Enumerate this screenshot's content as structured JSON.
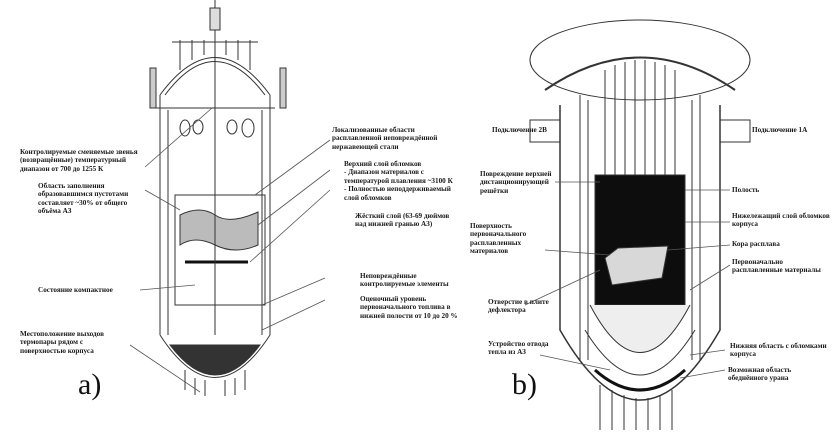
{
  "panels": [
    {
      "id": "a",
      "label": "a)",
      "callouts": [
        {
          "text": "Контролируемые сменяемые звенья (возвращённые) температурный диапазон от 700 до 1255 К"
        },
        {
          "text": "Область заполнения образовавшимся пустотами составляет ~30% от общего объёма АЗ"
        },
        {
          "text": "Состояние компактное"
        },
        {
          "text": "Местоположение выходов термопары рядом с поверхностью корпуса"
        },
        {
          "text": "Локализованные области расплавленной неповреждённой нержавеющей стали"
        },
        {
          "text": "Верхний слой обломков\n- Диапазон материалов с температурой плавления ~3100 К\n- Полностью неподдерживаемый слой обломков"
        },
        {
          "text": "Жёсткий слой (63-69 дюймов над нижней гранью АЗ)"
        },
        {
          "text": "Неповреждённые контролируемые элементы"
        },
        {
          "text": "Оценочный уровень первоначального топлива в нижней полости от 10 до 20 %"
        }
      ]
    },
    {
      "id": "b",
      "label": "b)",
      "callouts": [
        {
          "text": "Подключение 2В"
        },
        {
          "text": "Подключение 1А"
        },
        {
          "text": "Повреждение верхней дистанционирующей решётки"
        },
        {
          "text": "Полость"
        },
        {
          "text": "Поверхность первоначального расплавленных материалов"
        },
        {
          "text": "Нижележащий слой обломков корпуса"
        },
        {
          "text": "Кора расплава"
        },
        {
          "text": "Первоначально расплавленные материалы"
        },
        {
          "text": "Отверстие в плите дефлектора"
        },
        {
          "text": "Устройство отвода тепла из АЗ"
        },
        {
          "text": "Нижняя область с обломками корпуса"
        },
        {
          "text": "Возможная область обеднённого урана"
        }
      ]
    }
  ]
}
